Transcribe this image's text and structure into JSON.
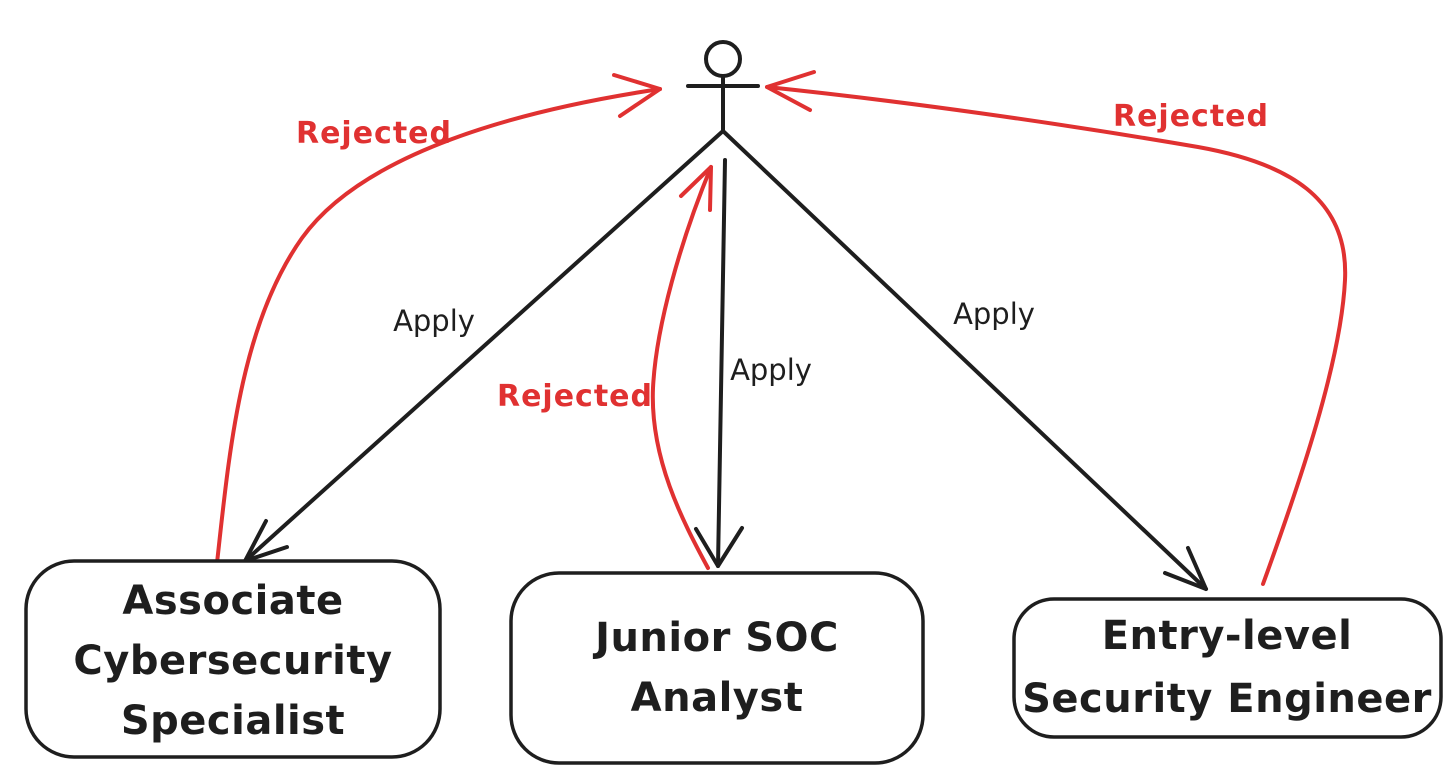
{
  "diagram": {
    "style": "hand-drawn whiteboard sketch",
    "colors": {
      "apply_edge": "#1e1e1e",
      "rejected_edge": "#e03131",
      "box_border": "#1e1e1e",
      "box_fill": "#ffffff",
      "background": "#ffffff"
    },
    "actor": {
      "icon": "stick-figure-person",
      "position": "top-center"
    },
    "boxes": [
      {
        "title": "Associate Cybersecurity Specialist",
        "lines": [
          "Associate",
          "Cybersecurity",
          "Specialist"
        ]
      },
      {
        "title": "Junior SOC Analyst",
        "lines": [
          "Junior SOC",
          "Analyst"
        ]
      },
      {
        "title": "Entry-level Security Engineer",
        "lines": [
          "Entry-level",
          "Security Engineer"
        ]
      }
    ],
    "edges": [
      {
        "from": "person",
        "to": "Associate Cybersecurity Specialist",
        "label": "Apply",
        "type": "apply",
        "color": "#1e1e1e"
      },
      {
        "from": "person",
        "to": "Junior SOC Analyst",
        "label": "Apply",
        "type": "apply",
        "color": "#1e1e1e"
      },
      {
        "from": "person",
        "to": "Entry-level Security Engineer",
        "label": "Apply",
        "type": "apply",
        "color": "#1e1e1e"
      },
      {
        "from": "Associate Cybersecurity Specialist",
        "to": "person",
        "label": "Rejected",
        "type": "rejected",
        "color": "#e03131"
      },
      {
        "from": "Junior SOC Analyst",
        "to": "person",
        "label": "Rejected",
        "type": "rejected",
        "color": "#e03131"
      },
      {
        "from": "Entry-level Security Engineer",
        "to": "person",
        "label": "Rejected",
        "type": "rejected",
        "color": "#e03131"
      }
    ]
  }
}
